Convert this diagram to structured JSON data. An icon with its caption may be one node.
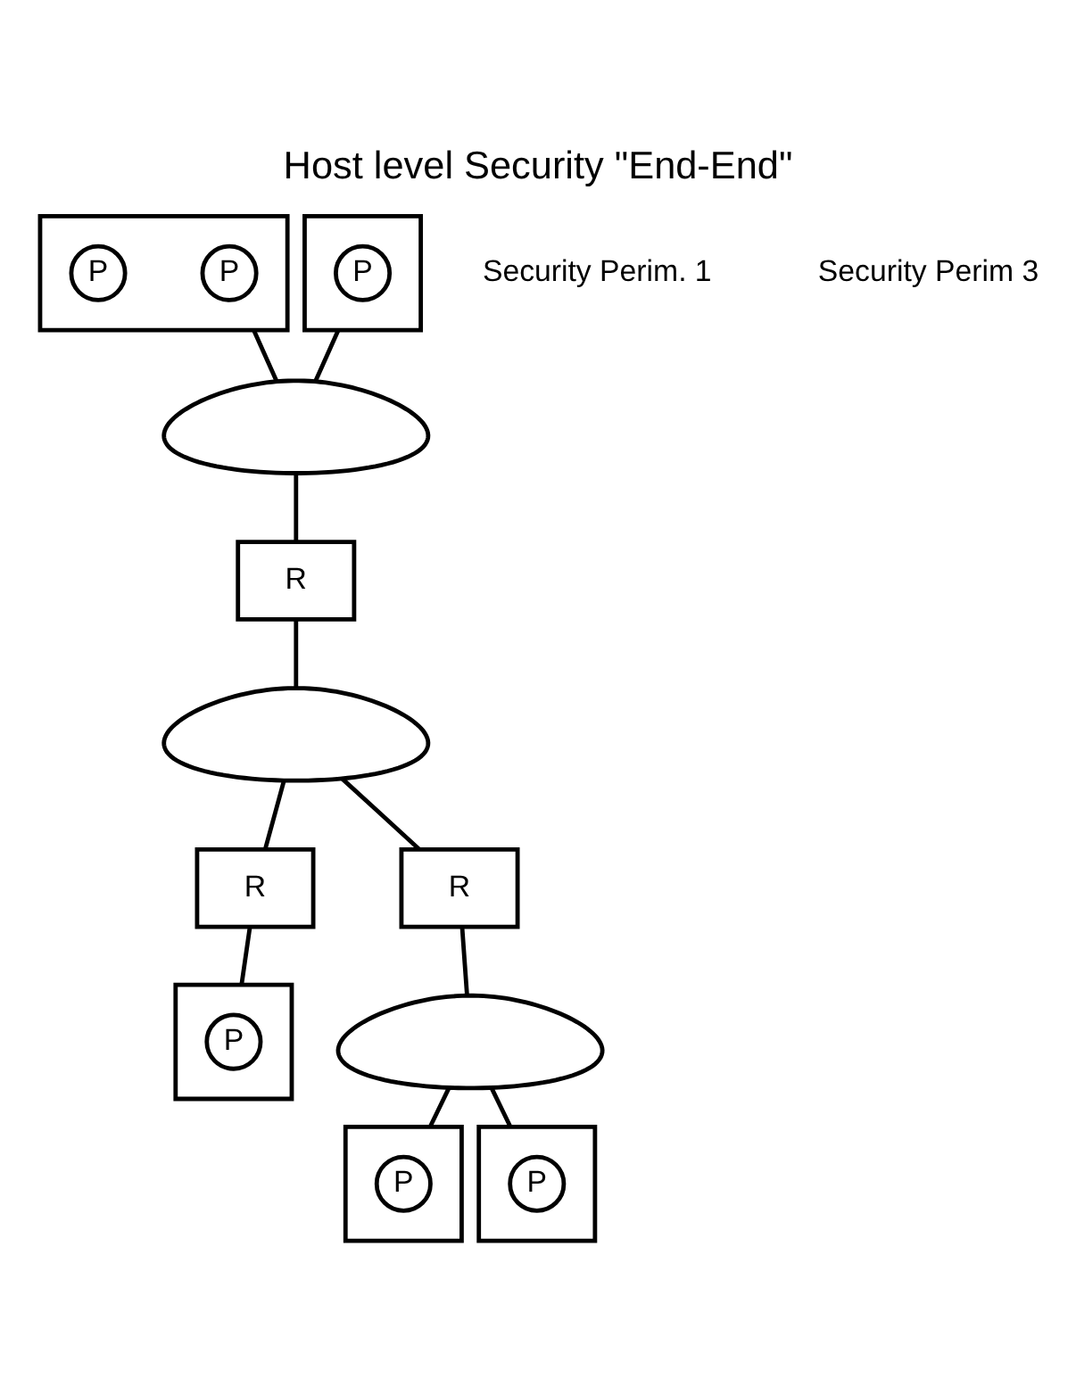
{
  "diagram": {
    "title": "Host level Security \"End-End\"",
    "nodes": [
      {
        "text": [],
        "shape": "box"
      },
      {
        "text": [
          "P"
        ],
        "in": 0
      },
      {
        "text": [
          "P"
        ],
        "in": 0
      },
      {
        "text": [],
        "shape": "box"
      },
      {
        "text": [
          "P"
        ],
        "in": 3
      },
      {
        "text": [],
        "shape": "cloud"
      },
      {
        "text": [
          "R"
        ]
      },
      {
        "text": [],
        "shape": "cloud"
      },
      {
        "text": [
          "R"
        ]
      },
      {
        "text": [],
        "shape": "box"
      },
      {
        "text": [
          "P"
        ],
        "in": 9
      },
      {
        "text": [
          "R"
        ]
      },
      {
        "text": [],
        "shape": "cloud"
      },
      {
        "text": [],
        "shape": "box"
      },
      {
        "text": [
          "P"
        ],
        "in": 13
      },
      {
        "text": [],
        "shape": "box"
      },
      {
        "text": [
          "P"
        ],
        "in": 15
      }
    ],
    "edges": [
      {
        "from": 0,
        "to": 5,
        "arrow": "none"
      },
      {
        "from": 3,
        "to": 5,
        "arrow": "none"
      },
      {
        "from": 5,
        "to": 6,
        "arrow": "none"
      },
      {
        "from": 6,
        "to": 7,
        "arrow": "none"
      },
      {
        "from": 7,
        "to": 8,
        "arrow": "none"
      },
      {
        "from": 8,
        "to": 9,
        "arrow": "none"
      },
      {
        "from": 7,
        "to": 11,
        "arrow": "none"
      },
      {
        "from": 11,
        "to": 12,
        "arrow": "none"
      },
      {
        "from": 12,
        "to": 13,
        "arrow": "none"
      },
      {
        "from": 12,
        "to": 15,
        "arrow": "none"
      }
    ],
    "labels": [
      "Security Perim. 1",
      "Security Perim 3"
    ]
  }
}
